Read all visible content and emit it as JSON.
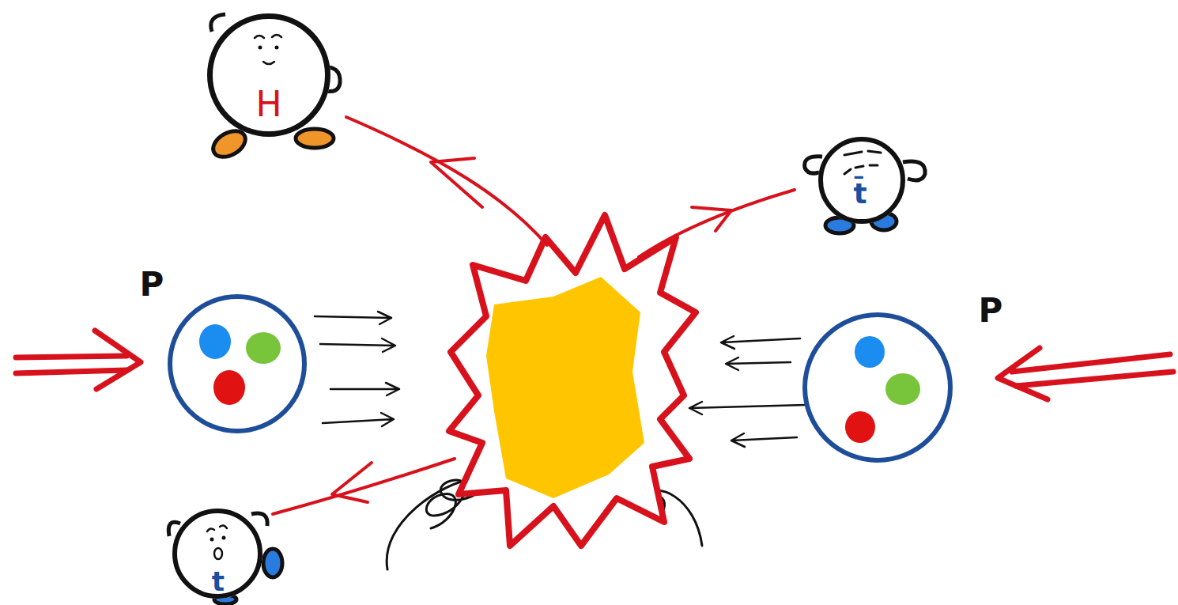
{
  "diagram": {
    "nodes": [
      {
        "text": [
          "H"
        ]
      },
      {
        "text": [
          "t̄"
        ]
      },
      {
        "text": [
          "P"
        ]
      },
      {
        "text": [
          "P"
        ]
      },
      {
        "text": [
          "t"
        ]
      }
    ]
  }
}
